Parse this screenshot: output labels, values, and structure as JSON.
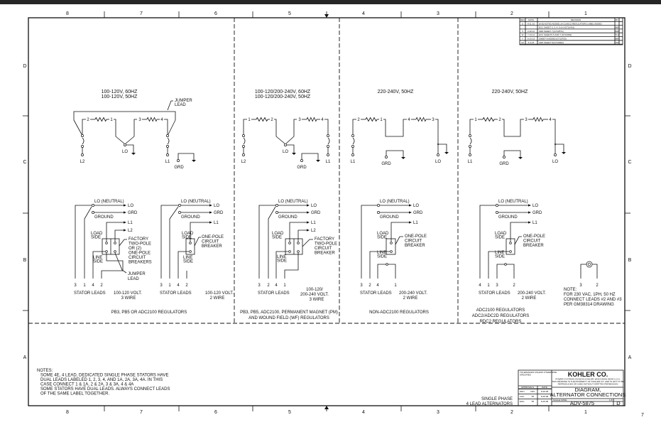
{
  "sheet": {
    "zones_top": [
      "8",
      "7",
      "6",
      "5",
      "4",
      "3",
      "2",
      "1"
    ],
    "zones_side": [
      "D",
      "C",
      "B",
      "A"
    ],
    "corner_mark": "7"
  },
  "revisions": {
    "headers": [
      "REV",
      "DATE",
      "REVISION",
      "BY"
    ],
    "rows": [
      [
        "U",
        "8-11-10",
        "[A-E] NOTES ADDED; [A-C] ADC2 REGULATORS LABEL ADDED",
        ""
      ],
      [
        "",
        "",
        "ECC SHEET 2, 3, 4, 5 & 6 [GT10401]",
        "BMP"
      ],
      [
        "V",
        "2-10-11",
        "ADD SHEET 7 [GT10571]",
        "RWP"
      ],
      [
        "W",
        "7-13-11",
        "ECC SHEETS 5 AND 7 [GT10682]",
        "TLA"
      ],
      [
        "Y",
        "5-13-13",
        "SHEET 8 ADDED [GT10700]",
        "BMA"
      ],
      [
        "AA",
        "6-3-15",
        "ADD SHEET 8 [GT10902]",
        "CRC"
      ]
    ]
  },
  "top_diagrams": [
    {
      "title1": "100-120V, 60HZ",
      "title2": "100-120V, 50HZ",
      "coil": [
        "2",
        "1",
        "3",
        "4"
      ],
      "left": "L2",
      "right": "L1",
      "lo": "LO",
      "grd": "GRD",
      "jumper1": "JUMPER",
      "jumper2": "LEAD"
    },
    {
      "title1": "100-120/200-240V, 60HZ",
      "title2": "100-120/200-240V, 50HZ",
      "coil": [
        "1",
        "2",
        "3",
        "4"
      ],
      "left": "L2",
      "right": "L1",
      "lo": "LO",
      "grd": "GRD"
    },
    {
      "title1": "220-240V, 50HZ",
      "coil": [
        "2",
        "1",
        "4",
        "3"
      ],
      "left": "L1",
      "right": "LO",
      "grd": "GRD"
    },
    {
      "title1": "220-240V, 50HZ",
      "coil": [
        "1",
        "2",
        "3",
        "4"
      ],
      "left": "L1",
      "right": "LO",
      "grd": "GRD"
    }
  ],
  "wiring": {
    "lo_neutral": "LO (NEUTRAL)",
    "lo": "LO",
    "grd": "GRD",
    "ground": "GROUND",
    "l1": "L1",
    "l2": "L2",
    "load1": "LOAD",
    "load2": "SIDE",
    "line1": "LINE",
    "line2": "SIDE",
    "stator_leads": "STATOR LEADS"
  },
  "bottom_diagrams": [
    {
      "leads": [
        "3",
        "1",
        "4",
        "2"
      ],
      "breaker": [
        "FACTORY",
        "TWO-POLE",
        "OR (2)",
        "ONE-POLE",
        "CIRCUIT",
        "BREAKERS"
      ],
      "jumper1": "JUMPER",
      "jumper2": "LEAD",
      "volt1": "100-120 VOLT.",
      "volt2": "3 WIRE"
    },
    {
      "leads": [
        "3",
        "1",
        "4",
        "2"
      ],
      "breaker": [
        "ONE-POLE",
        "CIRCUIT",
        "BREAKER"
      ],
      "volt1": "100-120 VOLT.",
      "volt2": "2 WIRE"
    },
    {
      "leads": [
        "3",
        "2",
        "4",
        "1"
      ],
      "breaker": [
        "FACTORY",
        "TWO-POLE",
        "CIRCUIT",
        "BREAKER"
      ],
      "volt0": "100-120/",
      "volt1": "200-240 VOLT.",
      "volt2": "3 WIRE"
    },
    {
      "leads": [
        "3",
        "2",
        "4",
        "1"
      ],
      "breaker": [
        "ONE-POLE",
        "CIRCUIT",
        "BREAKER"
      ],
      "volt1": "200-240 VOLT.",
      "volt2": "2 WIRE"
    },
    {
      "leads": [
        "4",
        "1",
        "3",
        "2"
      ],
      "breaker": [
        "ONE-POLE",
        "CIRCUIT",
        "BREAKER"
      ],
      "volt1": "200-240 VOLT.",
      "volt2": "2 WIRE"
    }
  ],
  "extra_leads": [
    "3",
    "2"
  ],
  "side_note": [
    "NOTE:",
    "FOR 230 VAC, 1PH, 50 HZ",
    "CONNECT LEADS #2 AND #3",
    "PER GM38314 DRAWING"
  ],
  "regulators": {
    "panel1": "PB3, PB5 OR ADC2100 REGULATORS",
    "panel2": [
      "PB3, PB5, ADC2100, PERMANENT MAGNET (PM)",
      "AND WOUND FIELD (WF) REGULATORS"
    ],
    "panel3": "NON-ADC2100 REGULATORS",
    "panel4": [
      "ADC2100 REGULATORS",
      "ADC2/ADC2D REGULATORS",
      "RDC2 REGULATORS"
    ]
  },
  "notes": {
    "heading": "NOTES:",
    "lines": [
      "SOME 4E, 4 LEAD, DEDICATED SINGLE PHASE STATORS HAVE",
      "DUAL LEADS LABELED 1, 2, 3, 4, AND 1A, 2A, 3A, 4A. IN THIS",
      "CASE CONNECT 1 & 1A, 2 & 2A, 3 & 3A, 4 & 4A",
      "SOME STATORS HAVE DUAL LEADS. ALWAYS CONNECT LEADS",
      "OF THE SAME LABEL TOGETHER."
    ]
  },
  "drawing_subtitle": [
    "SINGLE PHASE",
    "4 LEAD ALTERNATORS"
  ],
  "title_block": {
    "company": "KOHLER CO.",
    "address": [
      "POWER SYSTEMS DIVISION  KOHLER, WISCONSIN 53044  U.S.A.",
      "THIS DRAWING IS THE PROPERTY OF KOHLER CO. AND IS NOT TO BE",
      "REPRODUCED OR USED WITHOUT WRITTEN PERMISSION"
    ],
    "tolerance": [
      "TOLERANCES UNLESS OTHERWISE",
      "SPECIFIED"
    ],
    "approvals": "APPROVALS",
    "date": "DATE",
    "approvers": [
      [
        "DRN",
        "CRS",
        "8-28-98"
      ],
      [
        "CHK",
        "TB",
        "8-28-98"
      ],
      [
        "ENG",
        "TB",
        "8-28-98"
      ]
    ],
    "title1": "DIAGRAM,",
    "title2": "ALTERNATOR CONNECTIONS",
    "scale": "SCALE NONE",
    "sheet": "1-8",
    "number": "ADV-5875",
    "rev_size": "D"
  }
}
